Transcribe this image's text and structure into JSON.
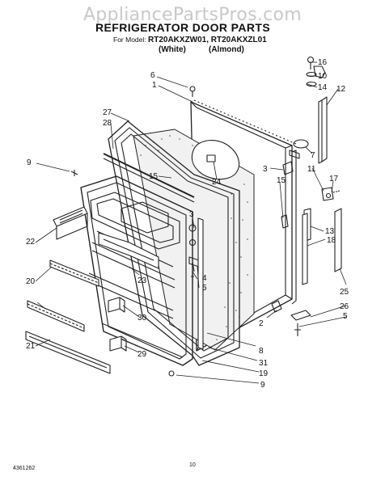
{
  "watermark": "AppliancePartsPros.com",
  "title": "REFRIGERATOR DOOR PARTS",
  "model_prefix": "For Model:",
  "models": "RT20AKXZW01, RT20AKXZL01",
  "color_white": "(White)",
  "color_almond": "(Almond)",
  "callouts": {
    "c1": "1",
    "c2": "2",
    "c3a": "3",
    "c3b": "3",
    "c4": "4",
    "c5a": "5",
    "c5b": "5",
    "c6": "6",
    "c7": "7",
    "c8": "8",
    "c9a": "9",
    "c9b": "9",
    "c10": "10",
    "c11": "11",
    "c12": "12",
    "c13": "13",
    "c14": "14",
    "c15a": "15",
    "c15b": "15",
    "c16": "16",
    "c17": "17",
    "c18": "18",
    "c19": "19",
    "c20": "20",
    "c21": "21",
    "c22": "22",
    "c23": "23",
    "c24": "24",
    "c25": "25",
    "c26": "26",
    "c27": "27",
    "c28": "28",
    "c29": "29",
    "c30": "30",
    "c31": "31"
  },
  "doc_number": "4361262",
  "page_number": "10"
}
